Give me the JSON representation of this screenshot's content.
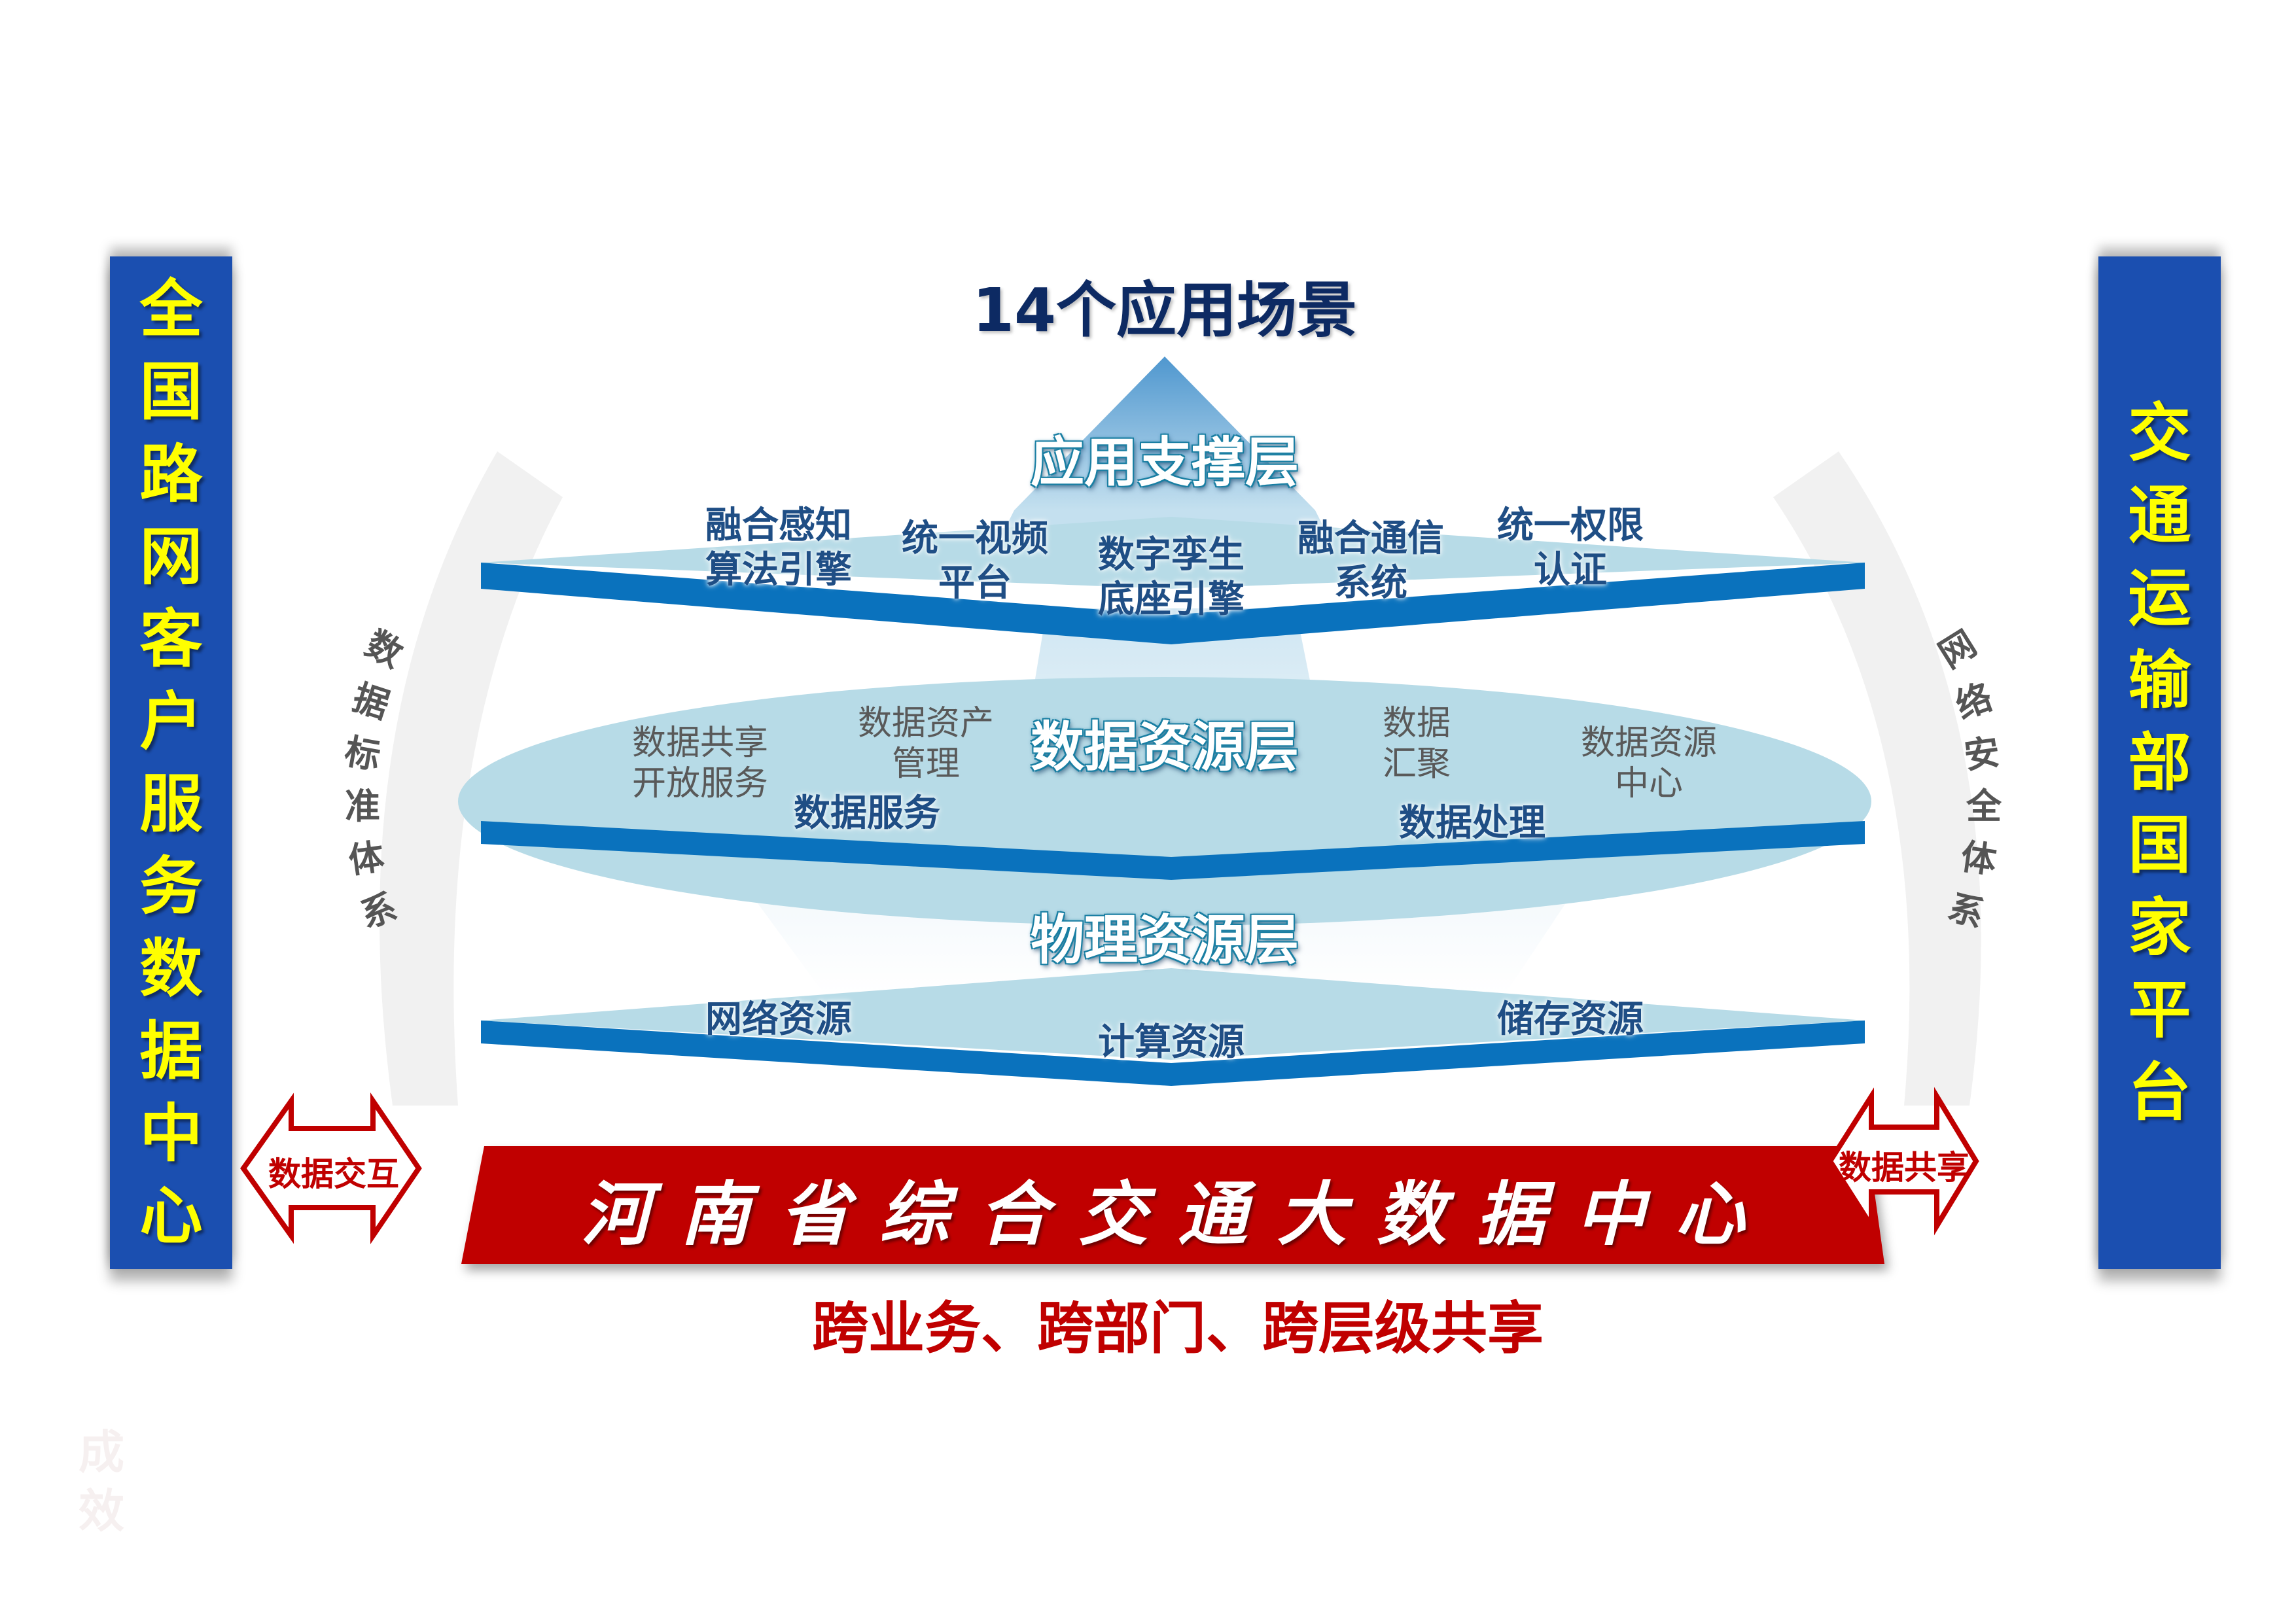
{
  "title": "14个应用场景",
  "left_panel": {
    "label": "全国路网客户服务数据中心",
    "chars": [
      "全",
      "国",
      "路",
      "网",
      "客",
      "户",
      "服",
      "务",
      "数",
      "据",
      "中",
      "心"
    ]
  },
  "right_panel": {
    "label": "交通运输部国家平台",
    "chars": [
      "交",
      "通",
      "运",
      "输",
      "部",
      "国",
      "家",
      "平",
      "台"
    ]
  },
  "left_arc": {
    "label": "数据标准体系",
    "chars": [
      "数",
      "据",
      "标",
      "准",
      "体",
      "系"
    ]
  },
  "right_arc": {
    "label": "网络安全体系",
    "chars": [
      "网",
      "络",
      "安",
      "全",
      "体",
      "系"
    ]
  },
  "layers": {
    "application_support": {
      "title": "应用支撑层",
      "items": [
        {
          "line1": "融合感知",
          "line2": "算法引擎"
        },
        {
          "line1": "统一视频",
          "line2": "平台"
        },
        {
          "line1": "数字孪生",
          "line2": "底座引擎"
        },
        {
          "line1": "融合通信",
          "line2": "系统"
        },
        {
          "line1": "统一权限",
          "line2": "认证"
        }
      ]
    },
    "data_resource": {
      "title": "数据资源层",
      "groups": [
        {
          "label": "数据服务",
          "sub": [
            {
              "line1": "数据共享",
              "line2": "开放服务"
            },
            {
              "line1": "数据资产",
              "line2": "管理"
            }
          ]
        },
        {
          "label": "数据处理",
          "sub": [
            {
              "line1": "数据",
              "line2": "汇聚"
            },
            {
              "line1": "数据资源",
              "line2": "中心"
            }
          ]
        }
      ]
    },
    "physical_resource": {
      "title": "物理资源层",
      "items": [
        "网络资源",
        "计算资源",
        "储存资源"
      ]
    }
  },
  "core": {
    "banner": "河南省综合交通大数据中心",
    "subtitle": "跨业务、跨部门、跨层级共享"
  },
  "arrows": {
    "left": "数据交互",
    "right": "数据共享"
  },
  "watermark": {
    "chars": [
      "成",
      "效"
    ]
  },
  "colors": {
    "panel_blue": "#1b4fb0",
    "panel_text": "#ffff00",
    "layer_bar_blue": "#0a72bd",
    "layer_top_light": "#b7dbe7",
    "banner_red": "#c00000",
    "title_navy": "#0d2a63",
    "item_navy": "#1f4e85",
    "gray_text": "#595959"
  }
}
